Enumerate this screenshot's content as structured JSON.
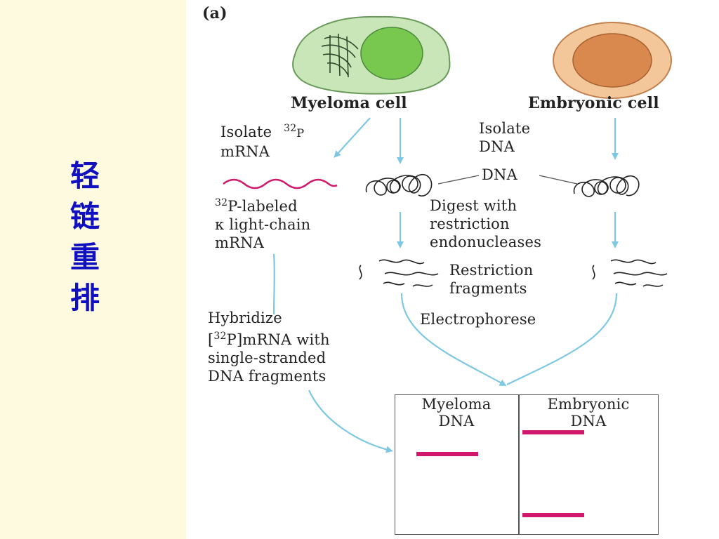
{
  "side_title": [
    "轻",
    "链",
    "重",
    "排"
  ],
  "panel_label": "(a)",
  "cells": {
    "myeloma": "Myeloma cell",
    "embryonic": "Embryonic cell"
  },
  "steps": {
    "isolate_mrna_1": "Isolate",
    "isolate_mrna_sup": "32",
    "isolate_mrna_p": "P",
    "isolate_mrna_2": "mRNA",
    "isolate_dna_1": "Isolate",
    "isolate_dna_2": "DNA",
    "dna": "DNA",
    "labeled_sup": "32",
    "labeled_1": "P-labeled",
    "labeled_2": "κ light-chain",
    "labeled_3": "mRNA",
    "digest_1": "Digest with",
    "digest_2": "restriction",
    "digest_3": "endonucleases",
    "fragments_1": "Restriction",
    "fragments_2": "fragments",
    "hybridize_1": "Hybridize",
    "hybridize_2a": "[",
    "hybridize_2sup": "32",
    "hybridize_2b": "P]mRNA with",
    "hybridize_3": "single-stranded",
    "hybridize_4": "DNA fragments",
    "electrophorese": "Electrophorese"
  },
  "gel": {
    "col1_1": "Myeloma",
    "col1_2": "DNA",
    "col2_1": "Embryonic",
    "col2_2": "DNA"
  },
  "colors": {
    "sidebar_bg": "#fdfae0",
    "title_color": "#1010c0",
    "arrow": "#7ec8e3",
    "band": "#d0196c",
    "myeloma_cell": "#c8e6b8",
    "nucleus_green": "#78c850",
    "embryonic_cell": "#f3c79a",
    "embryonic_nucleus": "#d9894e"
  }
}
